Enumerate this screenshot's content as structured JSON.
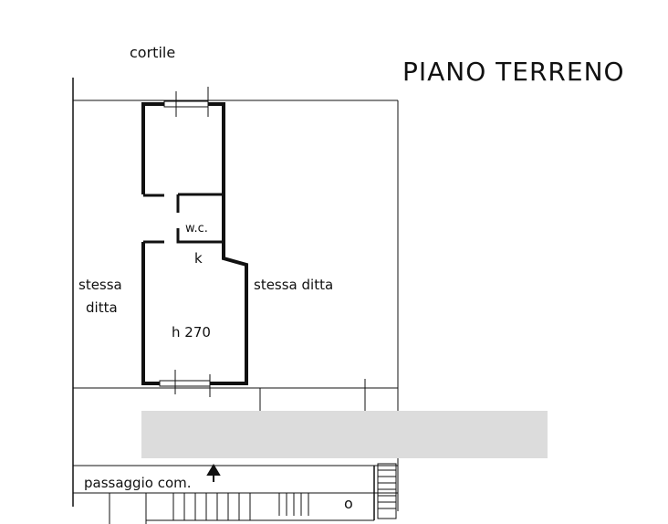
{
  "title": "PIANO TERRENO",
  "labels": {
    "cortile": "cortile",
    "wc": "w.c.",
    "k": "k",
    "stessa_ditta_left_1": "stessa",
    "stessa_ditta_left_2": "ditta",
    "stessa_ditta_right": "stessa ditta",
    "height": "h 270",
    "passaggio": "passaggio com.",
    "circle_label": "o"
  },
  "colors": {
    "ink": "#111111",
    "redacted": "#dcdcdc"
  }
}
